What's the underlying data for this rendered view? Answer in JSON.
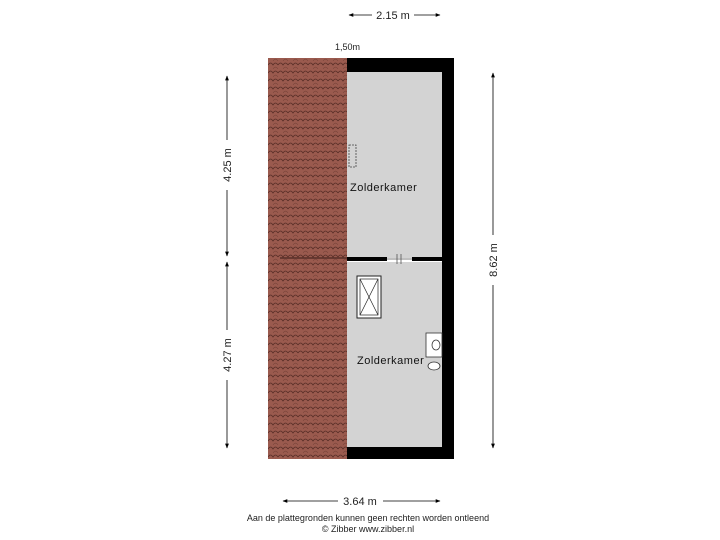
{
  "dimensions": {
    "top_width": "2.15 m",
    "roof_height_label": "1,50m",
    "left_upper": "4.25 m",
    "left_lower": "4.27 m",
    "right_total": "8.62 m",
    "bottom_width": "3.64 m"
  },
  "rooms": {
    "upper": "Zolderkamer",
    "lower": "Zolderkamer"
  },
  "footer": {
    "disclaimer": "Aan de plattegronden kunnen geen rechten worden ontleend",
    "copyright": "© Zibber www.zibber.nl"
  },
  "colors": {
    "roof_tiles": "#9a5a4e",
    "roof_line": "#5a2f28",
    "floor": "#d3d3d3",
    "wall": "#000000"
  }
}
